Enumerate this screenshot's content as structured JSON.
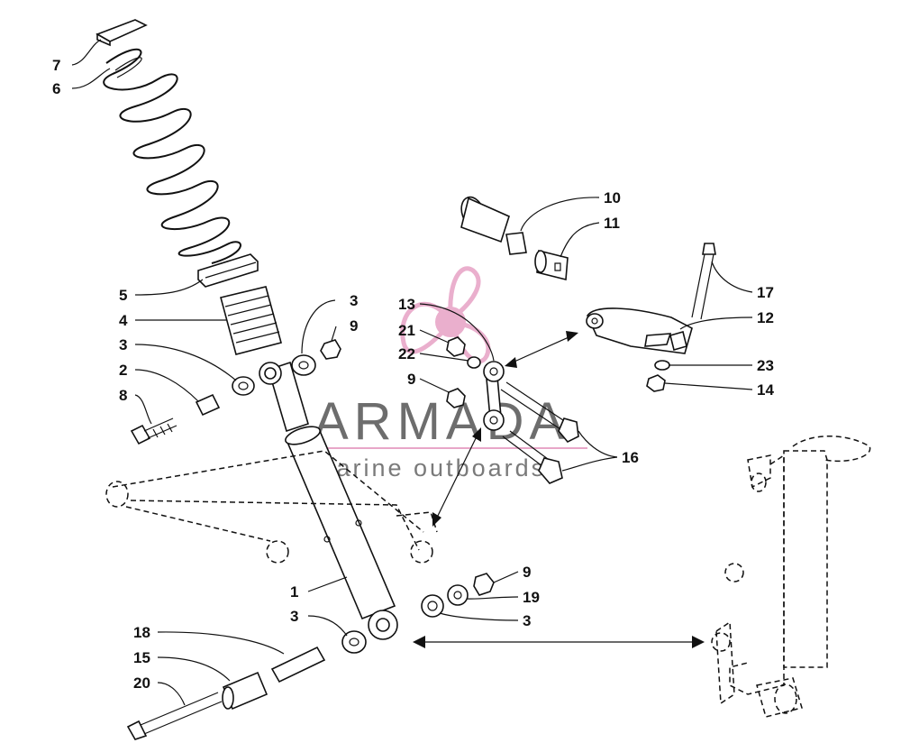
{
  "watermark": {
    "title": "ARMADA",
    "subtitle": "marine outboards",
    "accent_color": "#e8a7c8"
  },
  "callouts": [
    {
      "id": "c7",
      "label": "7"
    },
    {
      "id": "c6",
      "label": "6"
    },
    {
      "id": "c5",
      "label": "5"
    },
    {
      "id": "c4",
      "label": "4"
    },
    {
      "id": "c3a",
      "label": "3"
    },
    {
      "id": "c2",
      "label": "2"
    },
    {
      "id": "c8",
      "label": "8"
    },
    {
      "id": "c3b",
      "label": "3"
    },
    {
      "id": "c9a",
      "label": "9"
    },
    {
      "id": "c13",
      "label": "13"
    },
    {
      "id": "c21",
      "label": "21"
    },
    {
      "id": "c22",
      "label": "22"
    },
    {
      "id": "c9b",
      "label": "9"
    },
    {
      "id": "c10",
      "label": "10"
    },
    {
      "id": "c11",
      "label": "11"
    },
    {
      "id": "c17",
      "label": "17"
    },
    {
      "id": "c12",
      "label": "12"
    },
    {
      "id": "c23",
      "label": "23"
    },
    {
      "id": "c14",
      "label": "14"
    },
    {
      "id": "c16",
      "label": "16"
    },
    {
      "id": "c1",
      "label": "1"
    },
    {
      "id": "c3c",
      "label": "3"
    },
    {
      "id": "c9c",
      "label": "9"
    },
    {
      "id": "c19",
      "label": "19"
    },
    {
      "id": "c3d",
      "label": "3"
    },
    {
      "id": "c18",
      "label": "18"
    },
    {
      "id": "c15",
      "label": "15"
    },
    {
      "id": "c20",
      "label": "20"
    }
  ],
  "colors": {
    "ink": "#111111",
    "background": "#ffffff"
  }
}
